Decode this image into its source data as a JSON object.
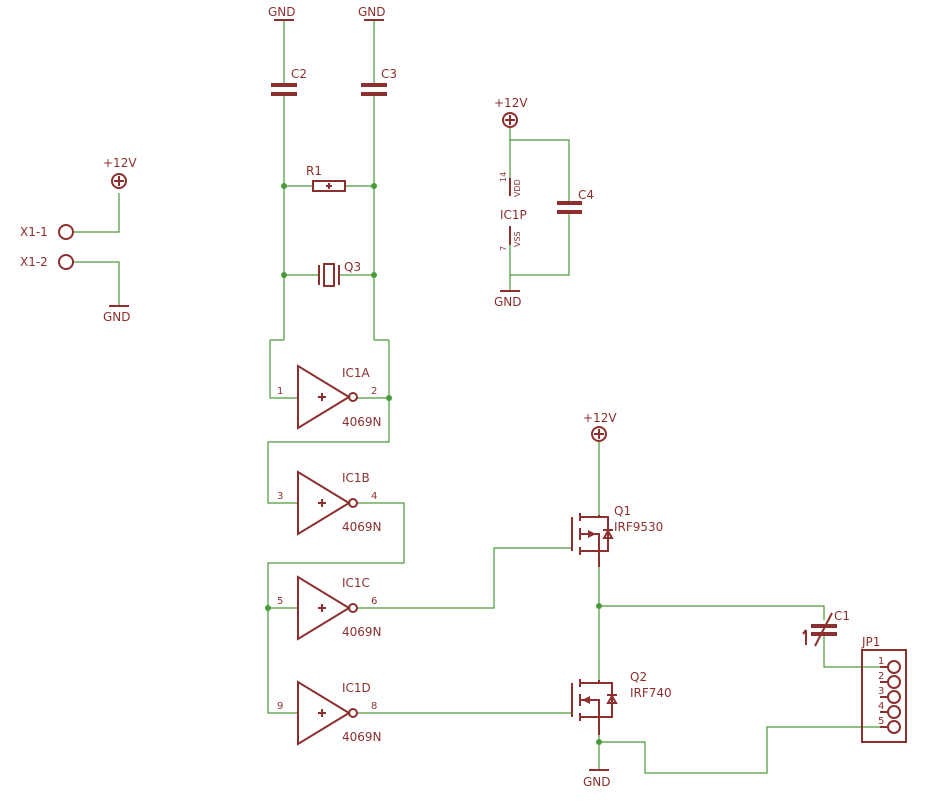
{
  "power_labels": {
    "gnd_top_left": "GND",
    "gnd_top_right": "GND",
    "vcc_ic1p": "+12V",
    "gnd_ic1p": "GND",
    "vcc_input": "+12V",
    "gnd_input": "GND",
    "vcc_q1": "+12V",
    "gnd_bottom": "GND"
  },
  "components": {
    "c1": "C1",
    "c2": "C2",
    "c3": "C3",
    "c4": "C4",
    "r1": "R1",
    "q3": "Q3",
    "q1": "Q1",
    "q1_value": "IRF9530",
    "q2": "Q2",
    "q2_value": "IRF740",
    "jp1": "JP1",
    "x1_1": "X1-1",
    "x1_2": "X1-2",
    "ic1p": "IC1P",
    "ic1p_vdd": "VDD",
    "ic1p_vss": "VSS",
    "ic1p_pin_vdd": "14",
    "ic1p_pin_vss": "7"
  },
  "inverters": [
    {
      "name": "IC1A",
      "value": "4069N",
      "pin_in": "1",
      "pin_out": "2"
    },
    {
      "name": "IC1B",
      "value": "4069N",
      "pin_in": "3",
      "pin_out": "4"
    },
    {
      "name": "IC1C",
      "value": "4069N",
      "pin_in": "5",
      "pin_out": "6"
    },
    {
      "name": "IC1D",
      "value": "4069N",
      "pin_in": "9",
      "pin_out": "8"
    }
  ],
  "jp1_pins": [
    "1",
    "2",
    "3",
    "4",
    "5"
  ],
  "colors": {
    "wire": "#4a9a3a",
    "symbol": "#8c2f2f",
    "background": "#ffffff"
  }
}
